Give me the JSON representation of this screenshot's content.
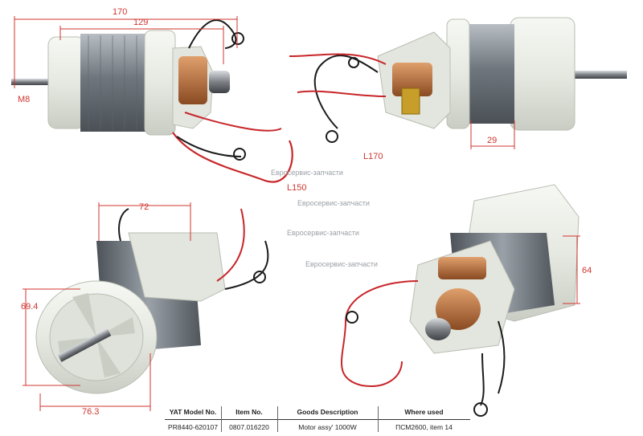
{
  "dimensions": {
    "top_left": {
      "overall_length": "170",
      "stator_length": "129",
      "shaft_thread": "M8"
    },
    "top_right": {
      "lead_length_a": "L170",
      "lead_length_b": "L150",
      "stator_offset": "29"
    },
    "bottom_left": {
      "stator_height": "72",
      "housing_diameter": "69.4",
      "flange_width": "76.3"
    },
    "bottom_right": {
      "stack_height": "64"
    }
  },
  "watermarks": [
    "Евросервис-запчасти",
    "Евросервис-запчасти",
    "Евросервис-запчасти",
    "Евросервис-запчасти"
  ],
  "spec_table": {
    "headers": [
      "YAT Model No.",
      "Item No.",
      "Goods Description",
      "Where used"
    ],
    "row": [
      "PR8440-620107",
      "0807.016220",
      "Motor assy' 1000W",
      "ПСМ2600, item 14"
    ]
  },
  "colors": {
    "dimension": "#d0352f",
    "plastic": "#e9ece6",
    "stator": "#8a9096",
    "copper": "#b86a3a",
    "wire_red": "#c8262a",
    "wire_black": "#1b1b1b"
  }
}
